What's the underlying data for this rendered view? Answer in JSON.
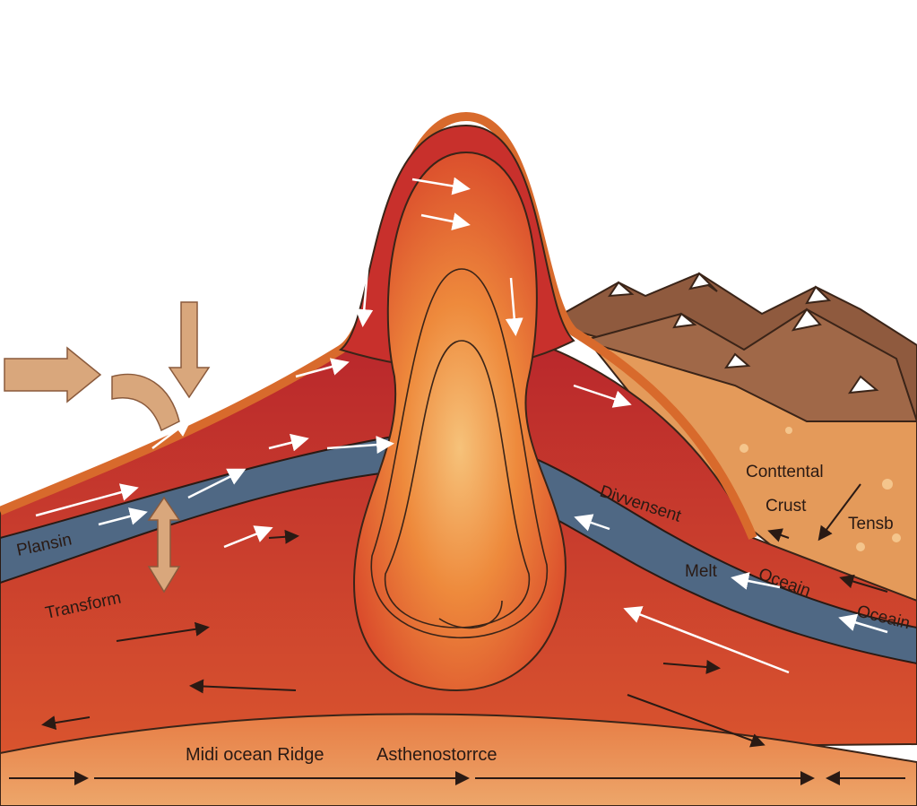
{
  "labels": {
    "continental": "Conttental",
    "crust": "Crust",
    "tensb": "Tensb",
    "divergent": "Divvensent",
    "melt": "Melt",
    "ocean1": "Oceain",
    "ocean2": "Oceain",
    "plain": "Plansin",
    "transform": "Transform",
    "ridge": "Midi ocean Ridge",
    "asthenosphere": "Asthenostorrce"
  },
  "colors": {
    "mantle": "#b3242a",
    "plume": "#e8692e",
    "plume_core": "#f3b061",
    "slab": "#4f6884",
    "crust": "#e49a5a",
    "mountain": "#8f5a3e",
    "base": "#e9955a"
  }
}
